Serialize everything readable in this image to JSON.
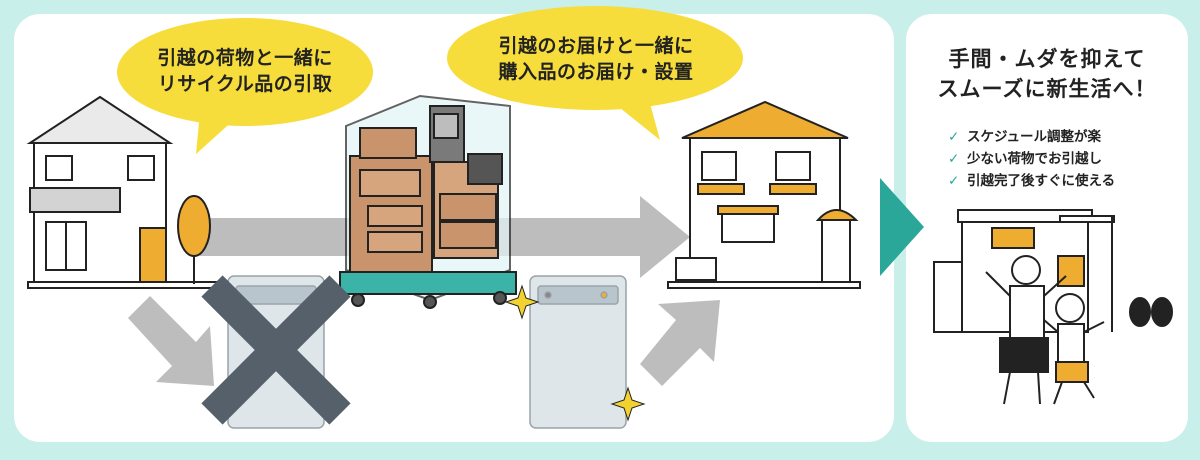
{
  "bubble_left": {
    "line1": "引越の荷物と一緒に",
    "line2": "リサイクル品の引取"
  },
  "bubble_right": {
    "line1": "引越のお届けと一緒に",
    "line2": "購入品のお届け・設置"
  },
  "side": {
    "title_line1": "手間・ムダを抑えて",
    "title_line2": "スムーズに新生活へ！",
    "checks": [
      "スケジュール調整が楽",
      "少ない荷物でお引越し",
      "引越完了後すぐに使える"
    ]
  },
  "colors": {
    "background": "#c9efea",
    "bubble": "#f7dd3b",
    "arrow": "#bdbdbd",
    "teal": "#2ba79a",
    "cross": "#56606a",
    "roof_new": "#eeac31"
  }
}
